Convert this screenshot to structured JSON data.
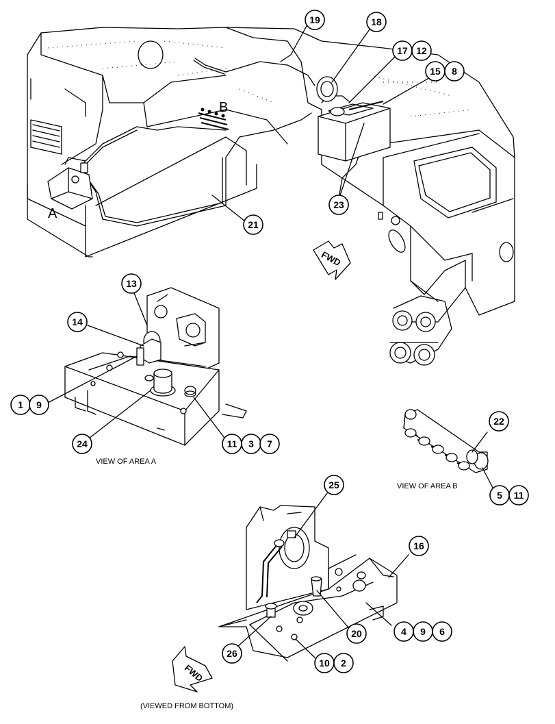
{
  "area_labels": {
    "a": "A",
    "b": "B"
  },
  "fwd": {
    "top": "FWD",
    "bottom": "FWD"
  },
  "captions": {
    "view_a": "VIEW OF AREA A",
    "view_b": "VIEW OF AREA B",
    "viewed_from_bottom": "(VIEWED FROM BOTTOM)"
  },
  "callouts": [
    {
      "id": "c19",
      "label": "19"
    },
    {
      "id": "c18",
      "label": "18"
    },
    {
      "id": "c17",
      "label": "17"
    },
    {
      "id": "c12",
      "label": "12"
    },
    {
      "id": "c15",
      "label": "15"
    },
    {
      "id": "c8",
      "label": "8"
    },
    {
      "id": "c23",
      "label": "23"
    },
    {
      "id": "c21",
      "label": "21"
    },
    {
      "id": "c13",
      "label": "13"
    },
    {
      "id": "c14",
      "label": "14"
    },
    {
      "id": "c1",
      "label": "1"
    },
    {
      "id": "c9a",
      "label": "9"
    },
    {
      "id": "c24",
      "label": "24"
    },
    {
      "id": "c11a",
      "label": "11"
    },
    {
      "id": "c3",
      "label": "3"
    },
    {
      "id": "c7",
      "label": "7"
    },
    {
      "id": "c22",
      "label": "22"
    },
    {
      "id": "c5",
      "label": "5"
    },
    {
      "id": "c11b",
      "label": "11"
    },
    {
      "id": "c25",
      "label": "25"
    },
    {
      "id": "c16",
      "label": "16"
    },
    {
      "id": "c4",
      "label": "4"
    },
    {
      "id": "c9b",
      "label": "9"
    },
    {
      "id": "c6",
      "label": "6"
    },
    {
      "id": "c20",
      "label": "20"
    },
    {
      "id": "c26",
      "label": "26"
    },
    {
      "id": "c10",
      "label": "10"
    },
    {
      "id": "c2",
      "label": "2"
    }
  ]
}
